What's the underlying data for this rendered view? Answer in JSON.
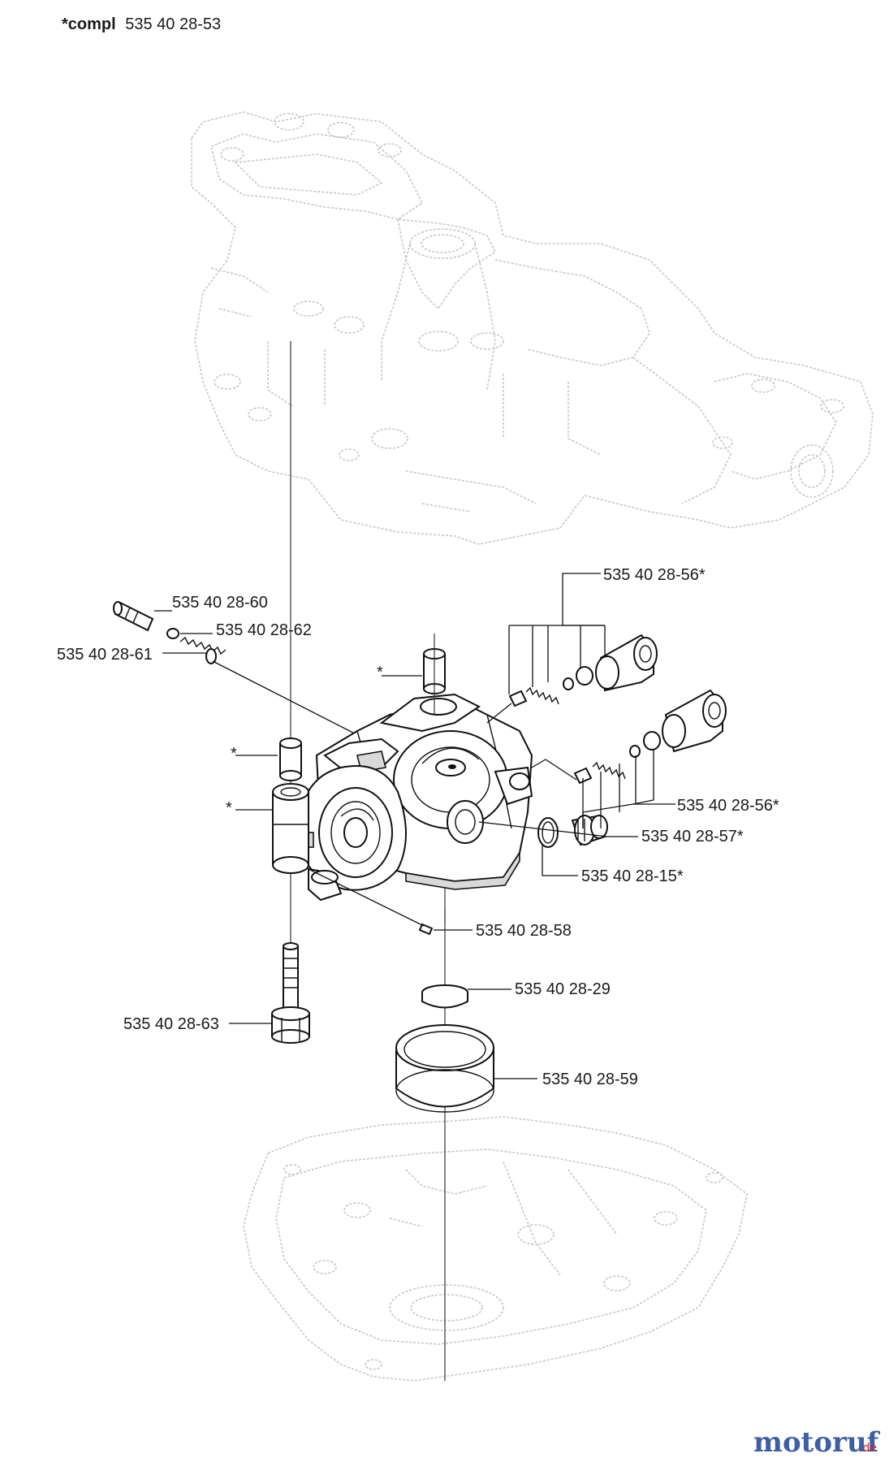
{
  "header": {
    "prefix": "*compl",
    "number": "535 40 28-53"
  },
  "labels": {
    "p60": "535 40 28-60",
    "p62": "535 40 28-62",
    "p61": "535 40 28-61",
    "p56a": "535 40 28-56*",
    "p56b": "535 40 28-56*",
    "p57": "535 40 28-57*",
    "p15": "535 40 28-15*",
    "p58": "535 40 28-58",
    "p29": "535 40 28-29",
    "p63": "535 40 28-63",
    "p59": "535 40 28-59",
    "star1": "*",
    "star2": "*",
    "star3": "*"
  },
  "watermark": {
    "brand": "motoruf",
    "tld": ".de"
  }
}
